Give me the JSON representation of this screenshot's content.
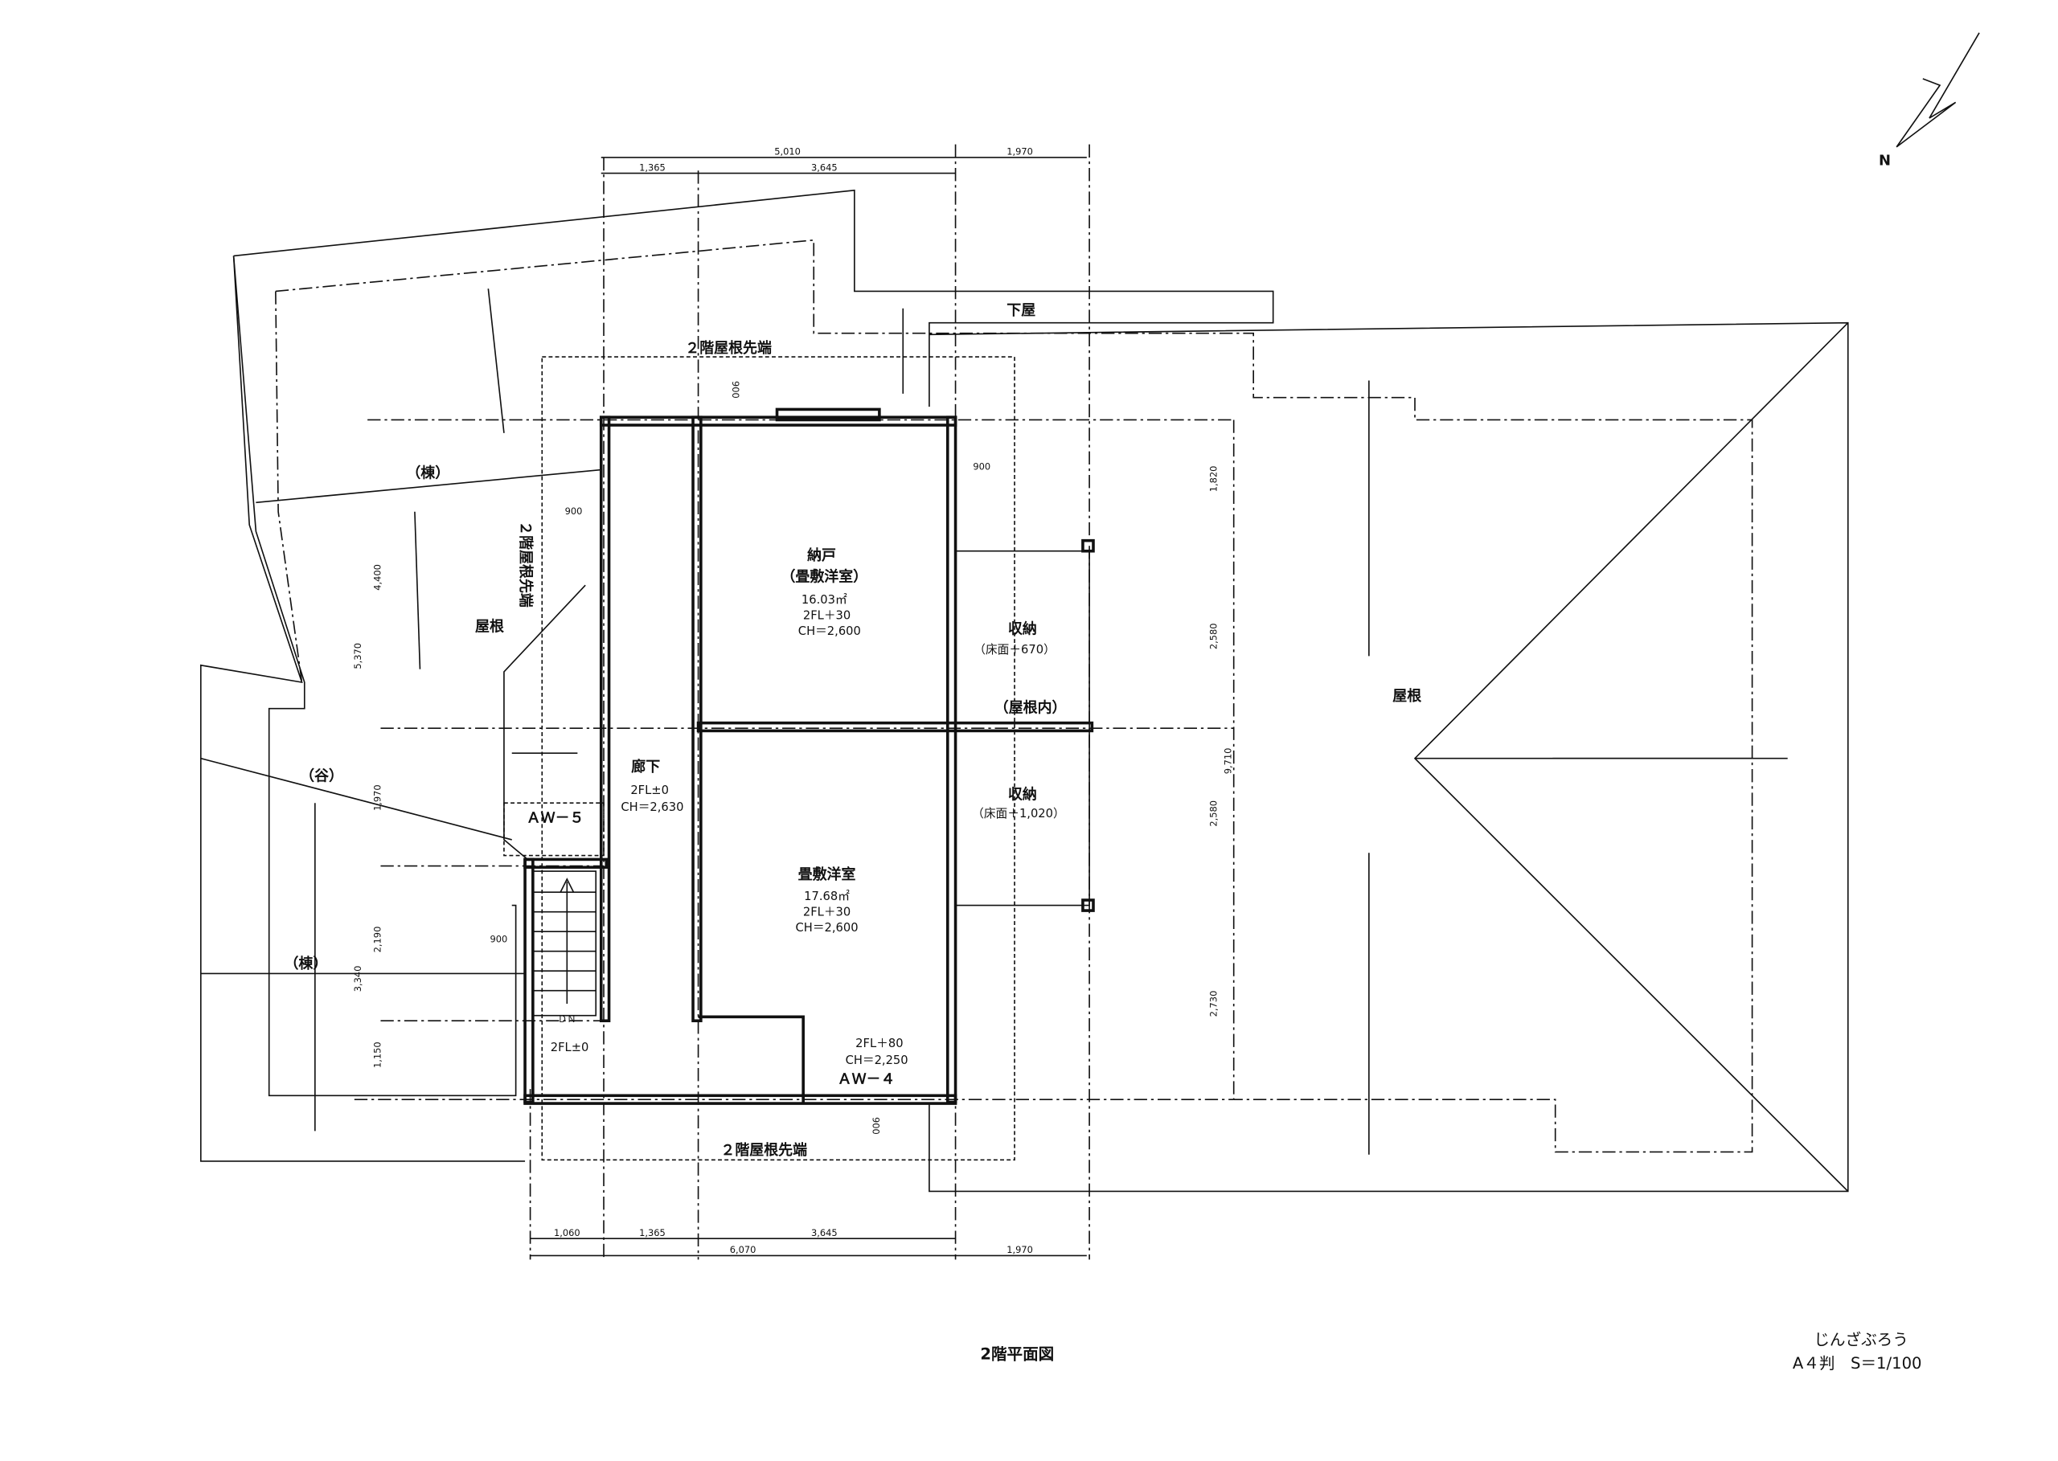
{
  "title": "2階平面図",
  "author": "じんざぶろう",
  "paper_scale": "A４判　S＝1/100",
  "north": "N",
  "labels": {
    "lower_roof": "下屋",
    "roof_edge_top": "２階屋根先端",
    "roof_edge_bottom": "２階屋根先端",
    "roof_edge_left": "２階屋根先端",
    "ridge_top": "（棟）",
    "ridge_bottom": "（棟）",
    "valley": "（谷）",
    "roof_left": "屋根",
    "roof_right": "屋根",
    "in_roof": "（屋根内）",
    "aw5": "ＡＷ－５",
    "aw4": "ＡＷ－４",
    "dn": "ＤＮ"
  },
  "rooms": {
    "storeroom": {
      "name": "納戸",
      "sub": "（畳敷洋室）",
      "area": "16.03㎡",
      "fl": "2FL＋30",
      "ch": "CH＝2,600"
    },
    "storage1": {
      "name": "収納",
      "sub": "（床面＋670）"
    },
    "storage2": {
      "name": "収納",
      "sub": "（床面＋1,020）"
    },
    "corridor": {
      "name": "廊下",
      "fl": "2FL±0",
      "ch": "CH＝2,630"
    },
    "tatami": {
      "name": "畳敷洋室",
      "area": "17.68㎡",
      "fl": "2FL＋30",
      "ch": "CH＝2,600"
    },
    "stair": {
      "fl": "2FL±0"
    },
    "bottom": {
      "fl": "2FL＋80",
      "ch": "CH＝2,250"
    }
  },
  "dims": {
    "top_total": "5,010",
    "top_right": "1,970",
    "top_a": "1,365",
    "top_b": "3,645",
    "bot_a": "1,060",
    "bot_b": "1,365",
    "bot_c": "3,645",
    "bot_total": "6,070",
    "bot_right": "1,970",
    "left_a": "4,400",
    "left_b": "5,370",
    "left_c": "1,970",
    "left_d": "2,190",
    "left_e": "3,340",
    "left_f": "1,150",
    "right_a": "1,820",
    "right_b": "2,580",
    "right_total": "9,710",
    "right_c": "2,580",
    "right_d": "2,730",
    "eave_top": "900",
    "eave_right": "900",
    "eave_left": "900",
    "eave_stair": "900",
    "eave_bottom": "900"
  }
}
